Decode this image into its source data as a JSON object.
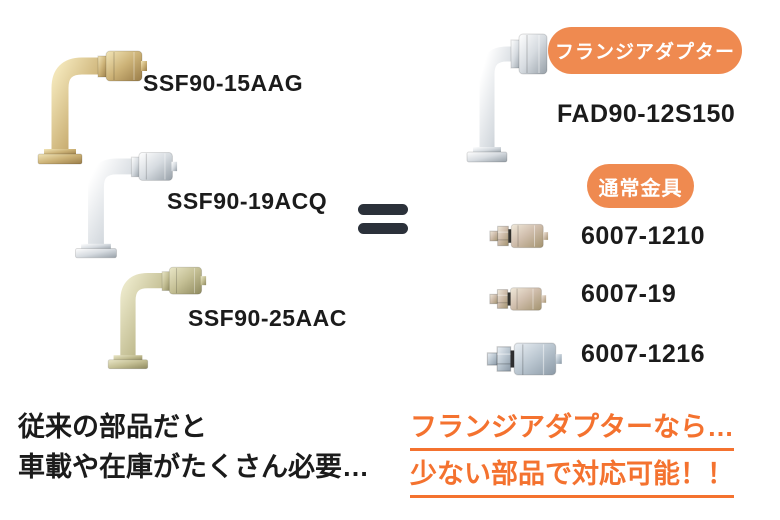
{
  "title": "hose fitting comparison infographic",
  "left_group": {
    "items": [
      {
        "label": "SSF90-15AAG",
        "material": "brass-elbow-fitting"
      },
      {
        "label": "SSF90-19ACQ",
        "material": "chrome-elbow-fitting"
      },
      {
        "label": "SSF90-25AAC",
        "material": "zinc-elbow-fitting"
      }
    ],
    "caption_line1": "従来の部品だと",
    "caption_line2": "車載や在庫がたくさん必要…"
  },
  "equals": {
    "symbol": "="
  },
  "right_group": {
    "flange_badge_label": "フランジアダプター",
    "flange_part_label": "FAD90-12S150",
    "normal_badge_label": "通常金具",
    "items": [
      {
        "label": "6007-1210",
        "material": "zinc-straight-fitting"
      },
      {
        "label": "6007-19",
        "material": "zinc-straight-fitting"
      },
      {
        "label": "6007-1216",
        "material": "steel-straight-fitting"
      }
    ],
    "caption_line1": "フランジアダプターなら…",
    "caption_line2": "少ない部品で対応可能！！"
  },
  "colors": {
    "badge_orange": "#ef8a50",
    "highlight_orange": "#f4722f",
    "equals_dark": "#2b313a",
    "text_black": "#1b1b1b",
    "page_bg": "#ffffff"
  }
}
